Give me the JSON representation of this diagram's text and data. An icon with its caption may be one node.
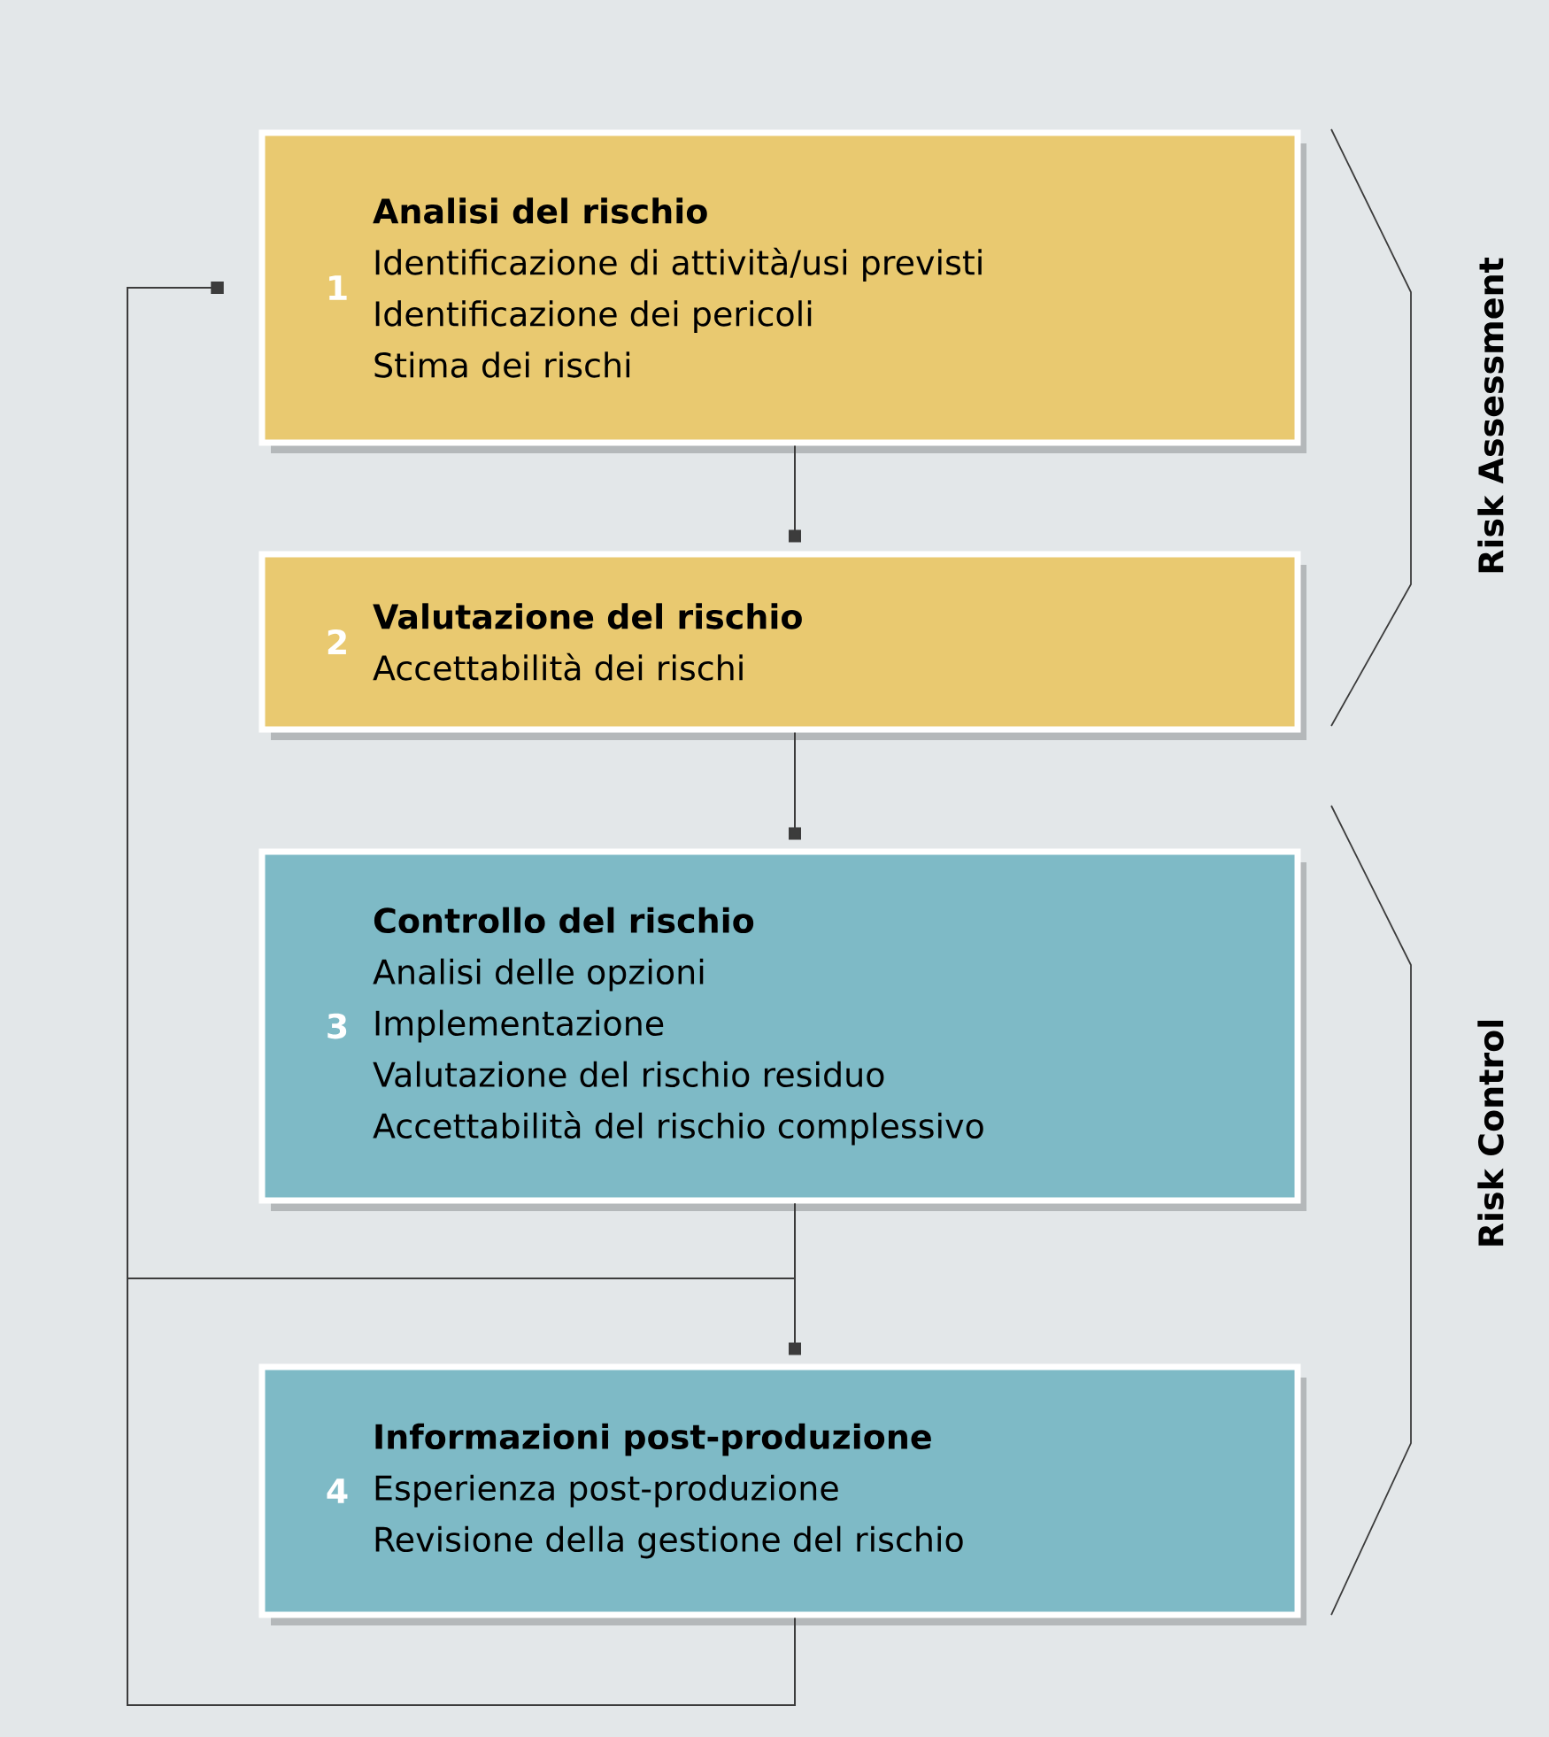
{
  "diagram": {
    "nodes": [
      {
        "text": [
          "1",
          "Analisi del rischio",
          "Identificazione di attività/usi previsti",
          "Identificazione dei pericoli",
          "Stima dei rischi"
        ]
      },
      {
        "text": [
          "2",
          "Valutazione del rischio",
          "Accettabilità dei rischi"
        ]
      },
      {
        "text": [
          "3",
          "Controllo del rischio",
          "Analisi delle opzioni",
          "Implementazione",
          "Valutazione del rischio residuo",
          "Accettabilità del rischio complessivo"
        ]
      },
      {
        "text": [
          "4",
          "Informazioni post-produzione",
          "Esperienza post-produzione",
          "Revisione della gestione del rischio"
        ]
      }
    ],
    "edges": [
      {
        "from": 0,
        "to": 1,
        "arrow": "other"
      },
      {
        "from": 1,
        "to": 2,
        "arrow": "other"
      },
      {
        "from": 2,
        "to": 3,
        "arrow": "other"
      },
      {
        "from": 2,
        "to": 0,
        "arrow": "other"
      },
      {
        "from": 3,
        "to": 0,
        "arrow": "other"
      }
    ],
    "labels": [
      "Risk Assessment",
      "Risk Control"
    ]
  }
}
